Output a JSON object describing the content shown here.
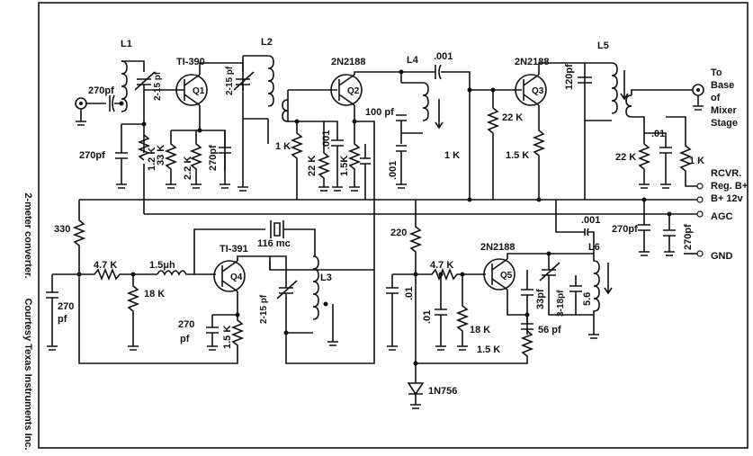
{
  "caption": {
    "title": "2-meter converter.",
    "credit": "Courtesy Texas Instruments Inc."
  },
  "transistors": {
    "q1": {
      "type": "TI-390",
      "ref": "Q1"
    },
    "q2": {
      "type": "2N2188",
      "ref": "Q2"
    },
    "q3": {
      "type": "2N2188",
      "ref": "Q3"
    },
    "q4": {
      "type": "TI-391",
      "ref": "Q4"
    },
    "q5": {
      "type": "2N2188",
      "ref": "Q5"
    }
  },
  "inductors": {
    "l1": "L1",
    "l2": "L2",
    "l3": "L3",
    "l4": "L4",
    "l5": "L5",
    "l6": "L6",
    "choke": "1.5μh"
  },
  "components": {
    "c_in": "270pf",
    "c_trim1": "2-15 pf",
    "c_trim2": "2-15 pf",
    "c_l1": "270pf",
    "r_12k": "1.2 K",
    "r_33k": "33 K",
    "r_22k_q1": "2.2 K",
    "c_270_q1": "270pf",
    "c_001_l4": ".001",
    "c_100pf": "100 pf",
    "r_1k_q2": "1 K",
    "r_22k_q2": "22 K",
    "c_001_q2": ".001",
    "r_15k_q2": "1.5K",
    "c_001_q2b": ".001",
    "r_22k_q3": "22 K",
    "r_1k_q3": "1 K",
    "r_15k_q3": "1.5 K",
    "c_120pf": "120pf",
    "r_22k_l5": "22 K",
    "c_01_l5": ".01",
    "r_1k_l5": "1 K",
    "r_330": "330",
    "r_47k_q4": "4.7 K",
    "r_18k_q4": "18 K",
    "c_270_left_val": "270",
    "c_270_left_unit": "pf",
    "crystal": "116 mc",
    "c_trim_q4": "2-15 pf",
    "c_270_q4_val": "270",
    "c_270_q4_unit": "pf",
    "r_15k_q4": "1.5 K",
    "r_220": "220",
    "c_01_q5a": ".01",
    "r_47k_q5": "4.7 K",
    "c_01_q5b": ".01",
    "r_18k_q5": "18 K",
    "r_15k_q5": "1.5 K",
    "c_001_l6": ".001",
    "c_33pf": "33pf",
    "c_318pf": "3-18pf",
    "c_56": "5.6",
    "c_56pf": "56 pf",
    "c_270_agc": "270pf",
    "c_270_agc2": "270pf",
    "diode": "1N756"
  },
  "terminals": {
    "out_l1": "To",
    "out_l2": "Base",
    "out_l3": "of",
    "out_l4": "Mixer",
    "out_l5": "Stage",
    "rcvr1": "RCVR.",
    "rcvr2": "Reg. B+",
    "rcvr3": "B+ 12v",
    "agc": "AGC",
    "gnd": "GND"
  }
}
